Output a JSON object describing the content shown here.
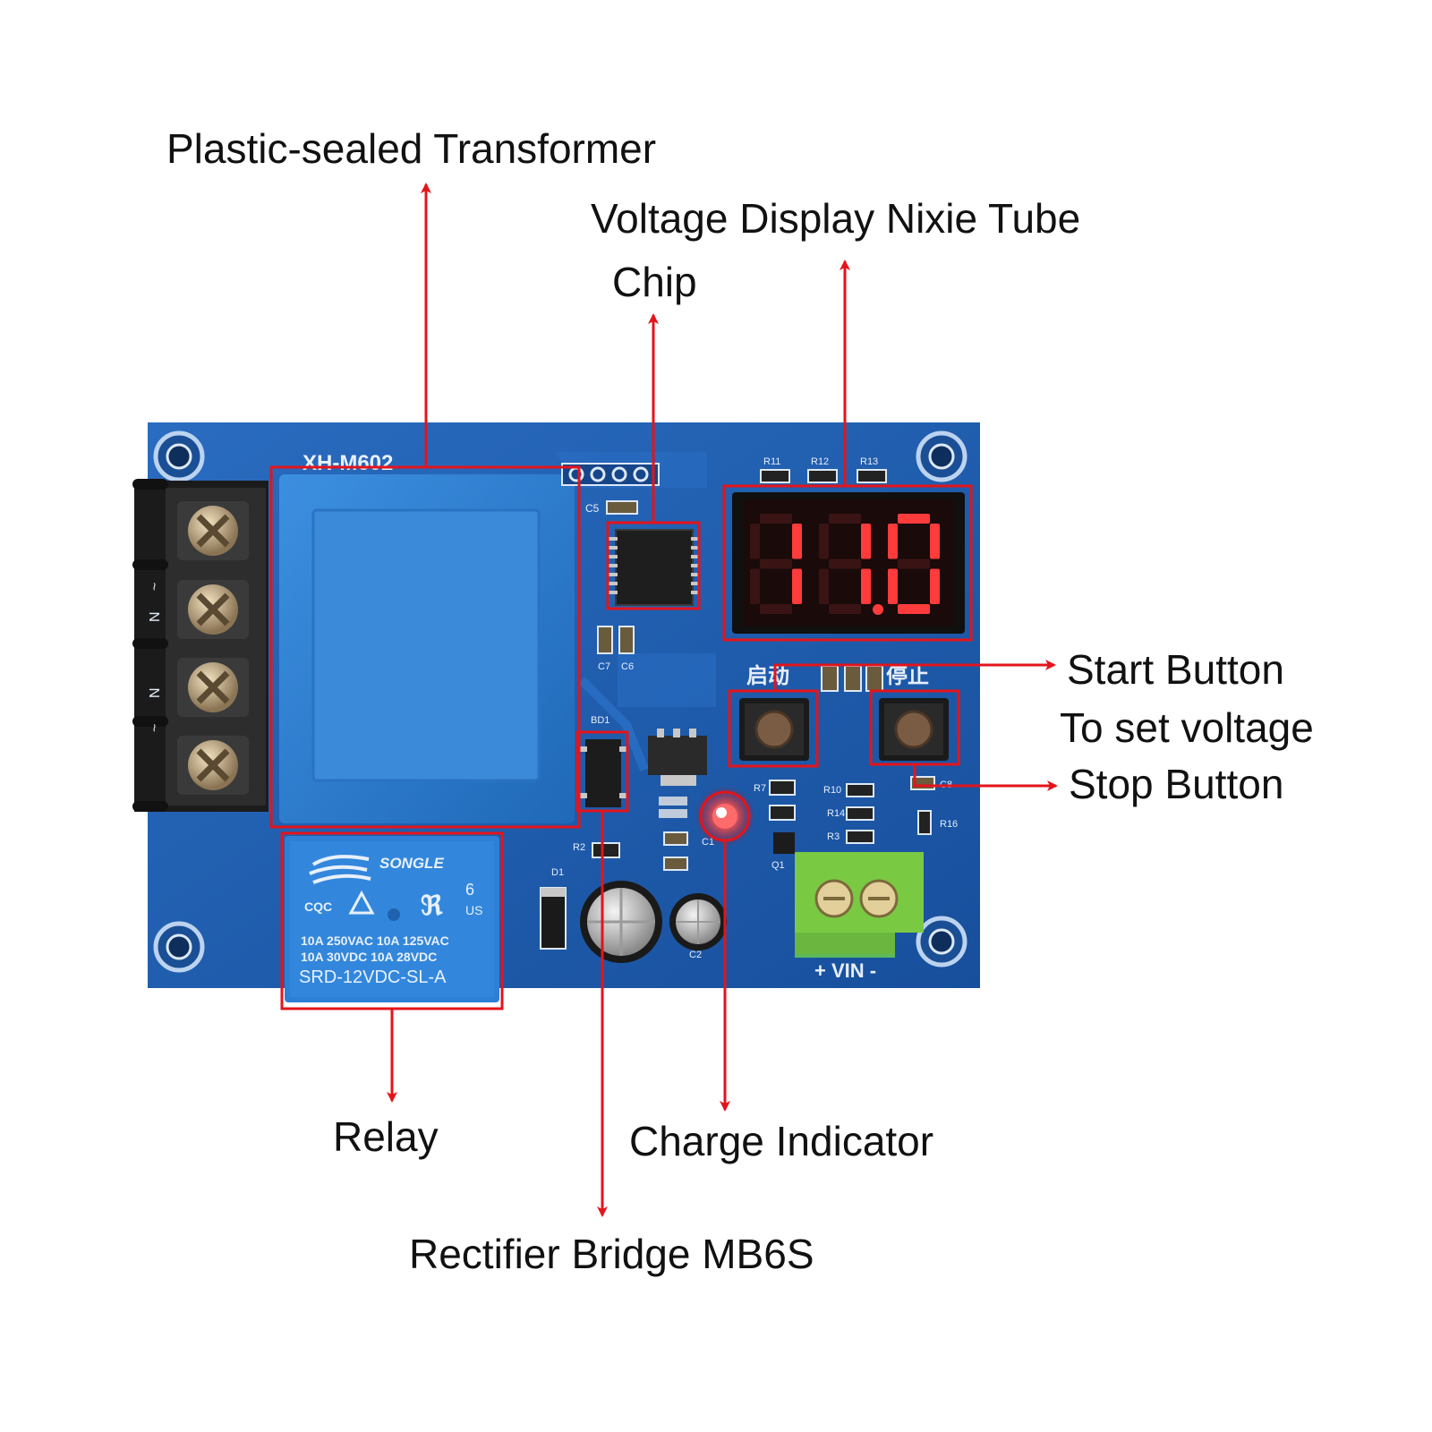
{
  "labels": {
    "transformer": "Plastic-sealed Transformer",
    "display": "Voltage Display Nixie Tube",
    "chip": "Chip",
    "start_button": "Start Button",
    "set_voltage": "To set voltage",
    "stop_button": "Stop Button",
    "relay": "Relay",
    "charge_indicator": "Charge Indicator",
    "rectifier": "Rectifier Bridge MB6S"
  },
  "board": {
    "model": "XH-M602",
    "display_value": "11.0",
    "relay_brand": "SONGLE",
    "relay_rating_1": "10A 250VAC  10A 125VAC",
    "relay_rating_2": "10A  30VDC  10A  28VDC",
    "relay_model": "SRD-12VDC-SL-A",
    "relay_pins": "6",
    "relay_cqc": "CQC",
    "relay_us": "US",
    "vin_label": "+ VIN -",
    "start_cn": "启动",
    "stop_cn": "停止",
    "bridge_ref": "BD1",
    "chip_cap": "C5",
    "res_labels": [
      "R11",
      "R12",
      "R13"
    ],
    "cap_labels": [
      "C7",
      "C6"
    ],
    "misc_labels": [
      "R2",
      "D1",
      "C1",
      "C2",
      "Q1",
      "R7",
      "R10",
      "R14",
      "R3",
      "R16",
      "C8"
    ],
    "terminal_marks": [
      "N",
      "~",
      "N",
      "~"
    ]
  },
  "colors": {
    "highlight": "#e4141b",
    "arrow": "#e4141b",
    "pcb": "#1f5fb0",
    "transformer": "#2e7ed1",
    "segment_on": "#ff3b3b"
  }
}
